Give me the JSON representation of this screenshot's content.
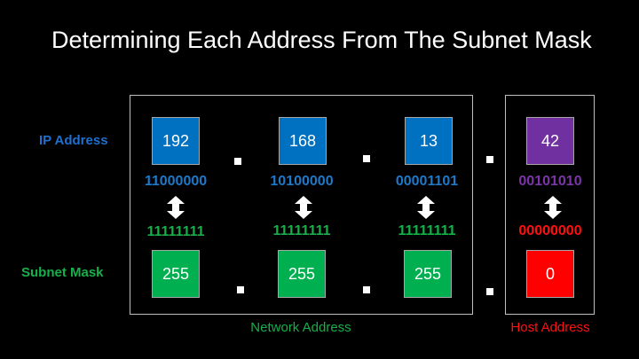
{
  "title": "Determining Each Address From The Subnet Mask",
  "labels": {
    "ip_address": "IP Address",
    "subnet_mask": "Subnet Mask",
    "network_address": "Network Address",
    "host_address": "Host Address"
  },
  "octets": [
    {
      "ip": "192",
      "ip_binary": "11000000",
      "mask_binary": "11111111",
      "mask": "255"
    },
    {
      "ip": "168",
      "ip_binary": "10100000",
      "mask_binary": "11111111",
      "mask": "255"
    },
    {
      "ip": "13",
      "ip_binary": "00001101",
      "mask_binary": "11111111",
      "mask": "255"
    },
    {
      "ip": "42",
      "ip_binary": "00101010",
      "mask_binary": "00000000",
      "mask": "0"
    }
  ],
  "colors": {
    "ip_blue": "#0070c0",
    "mask_green": "#00b050",
    "host_purple": "#7030a0",
    "host_red": "#ff0000",
    "binary_blue": "#1f78c8",
    "binary_green": "#16b04a",
    "binary_purple": "#7b35a8",
    "binary_red": "#ff1010",
    "label_blue": "#1f6fd0",
    "label_green": "#16b04a",
    "caption_green": "#16b04a",
    "caption_red": "#ff1010"
  }
}
